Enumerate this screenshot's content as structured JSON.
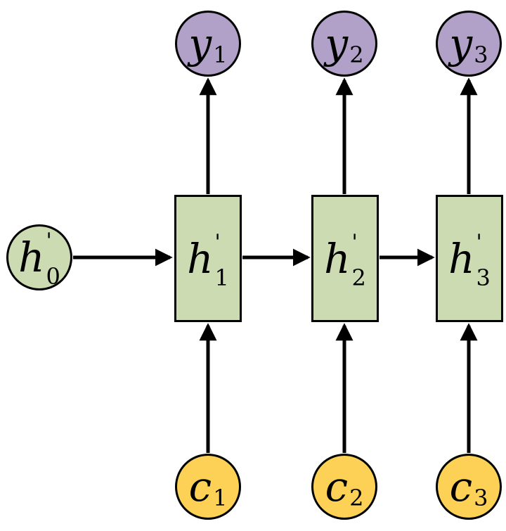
{
  "diagram": {
    "title": "rnn-decoder-unrolled"
  },
  "colors": {
    "hidden_fill": "#ccdbb2",
    "output_fill": "#b1a0c7",
    "context_fill": "#fcd156",
    "stroke": "#000000"
  },
  "nodes": {
    "h0": {
      "base": "h",
      "prime": "'",
      "sub": "0"
    },
    "h1": {
      "base": "h",
      "prime": "'",
      "sub": "1"
    },
    "h2": {
      "base": "h",
      "prime": "'",
      "sub": "2"
    },
    "h3": {
      "base": "h",
      "prime": "'",
      "sub": "3"
    },
    "y1": {
      "base": "y",
      "sub": "1"
    },
    "y2": {
      "base": "y",
      "sub": "2"
    },
    "y3": {
      "base": "y",
      "sub": "3"
    },
    "c1": {
      "base": "c",
      "sub": "1"
    },
    "c2": {
      "base": "c",
      "sub": "2"
    },
    "c3": {
      "base": "c",
      "sub": "3"
    }
  }
}
